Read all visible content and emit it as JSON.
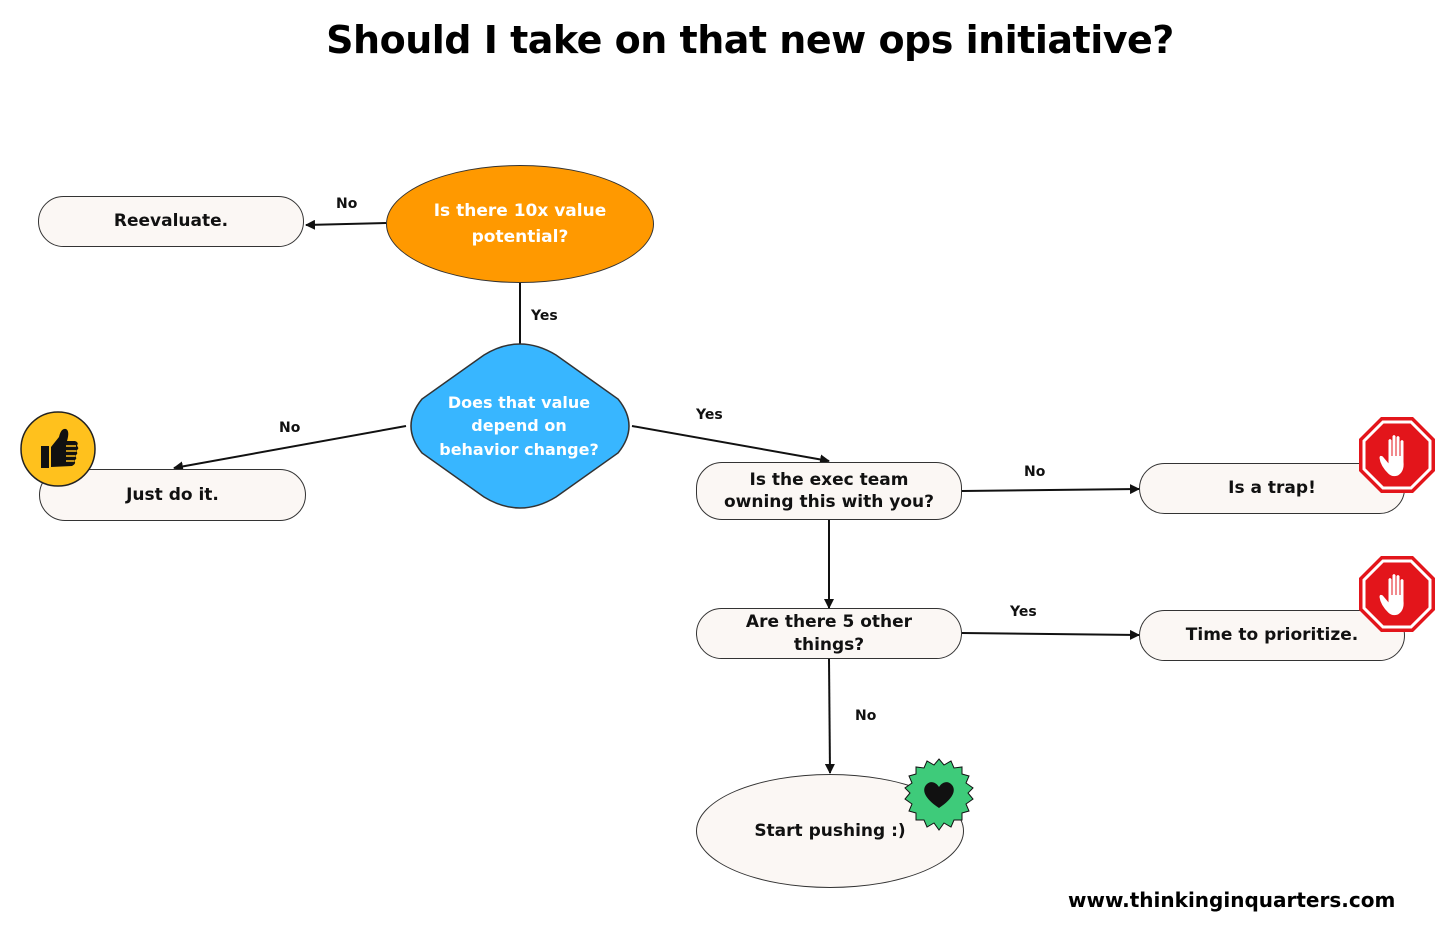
{
  "title": "Should I take on that new ops initiative?",
  "nodes": {
    "q1": "Is there 10x value potential?",
    "reevaluate": "Reevaluate.",
    "q2": "Does that value depend on behavior change?",
    "just_do_it": "Just do it.",
    "q3": "Is the exec team owning this with you?",
    "trap": "Is a trap!",
    "q4": "Are there 5 other things?",
    "prioritize": "Time to prioritize.",
    "start": "Start pushing :)"
  },
  "edges": {
    "q1_no": "No",
    "q1_yes": "Yes",
    "q2_no": "No",
    "q2_yes": "Yes",
    "q3_no": "No",
    "q4_yes": "Yes",
    "q4_no": "No"
  },
  "footer": "www.thinkinginquarters.com",
  "colors": {
    "q1_fill": "#ff9900",
    "q2_fill": "#38b6ff",
    "box_fill": "#fbf7f4",
    "stop_red": "#e3151b",
    "thumb_yellow": "#ffc11d",
    "badge_green": "#3ecb7a"
  },
  "icons": {
    "just_do_it": "thumbs-up-icon",
    "trap": "stop-hand-icon",
    "prioritize": "stop-hand-icon",
    "start": "heart-badge-icon"
  }
}
